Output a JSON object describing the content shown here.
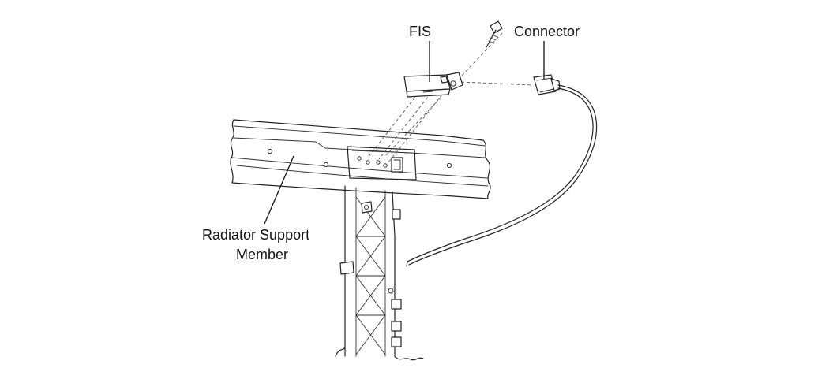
{
  "labels": {
    "fis": "FIS",
    "connector": "Connector",
    "radiator_line1": "Radiator Support",
    "radiator_line2": "Member"
  }
}
